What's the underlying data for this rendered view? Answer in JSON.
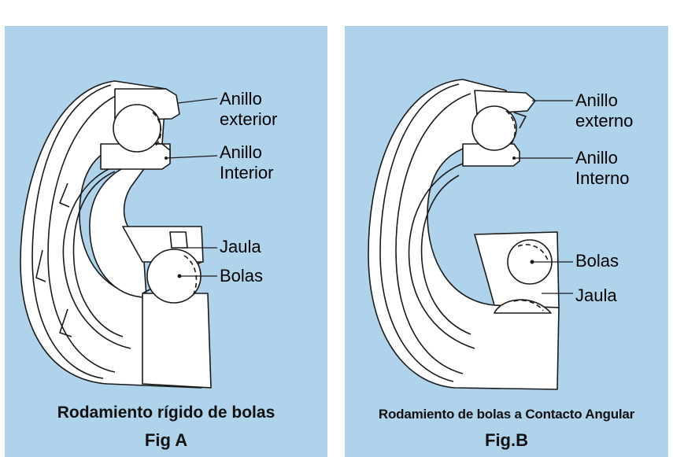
{
  "figure_a": {
    "labels": {
      "outer_ring": [
        "Anillo",
        "exterior"
      ],
      "inner_ring": [
        "Anillo",
        "Interior"
      ],
      "cage": "Jaula",
      "balls": "Bolas"
    },
    "caption": "Rodamiento rígido de bolas",
    "fig_label": "Fig A"
  },
  "figure_b": {
    "labels": {
      "outer_ring": [
        "Anillo",
        "externo"
      ],
      "inner_ring": [
        "Anillo",
        "Interno"
      ],
      "balls": "Bolas",
      "cage": "Jaula"
    },
    "caption": "Rodamiento de bolas a Contacto Angular",
    "fig_label": "Fig.B"
  },
  "colors": {
    "panel_bg": "#b0d3ec",
    "line": "#1a1a1a",
    "metal": "#ffffff"
  }
}
